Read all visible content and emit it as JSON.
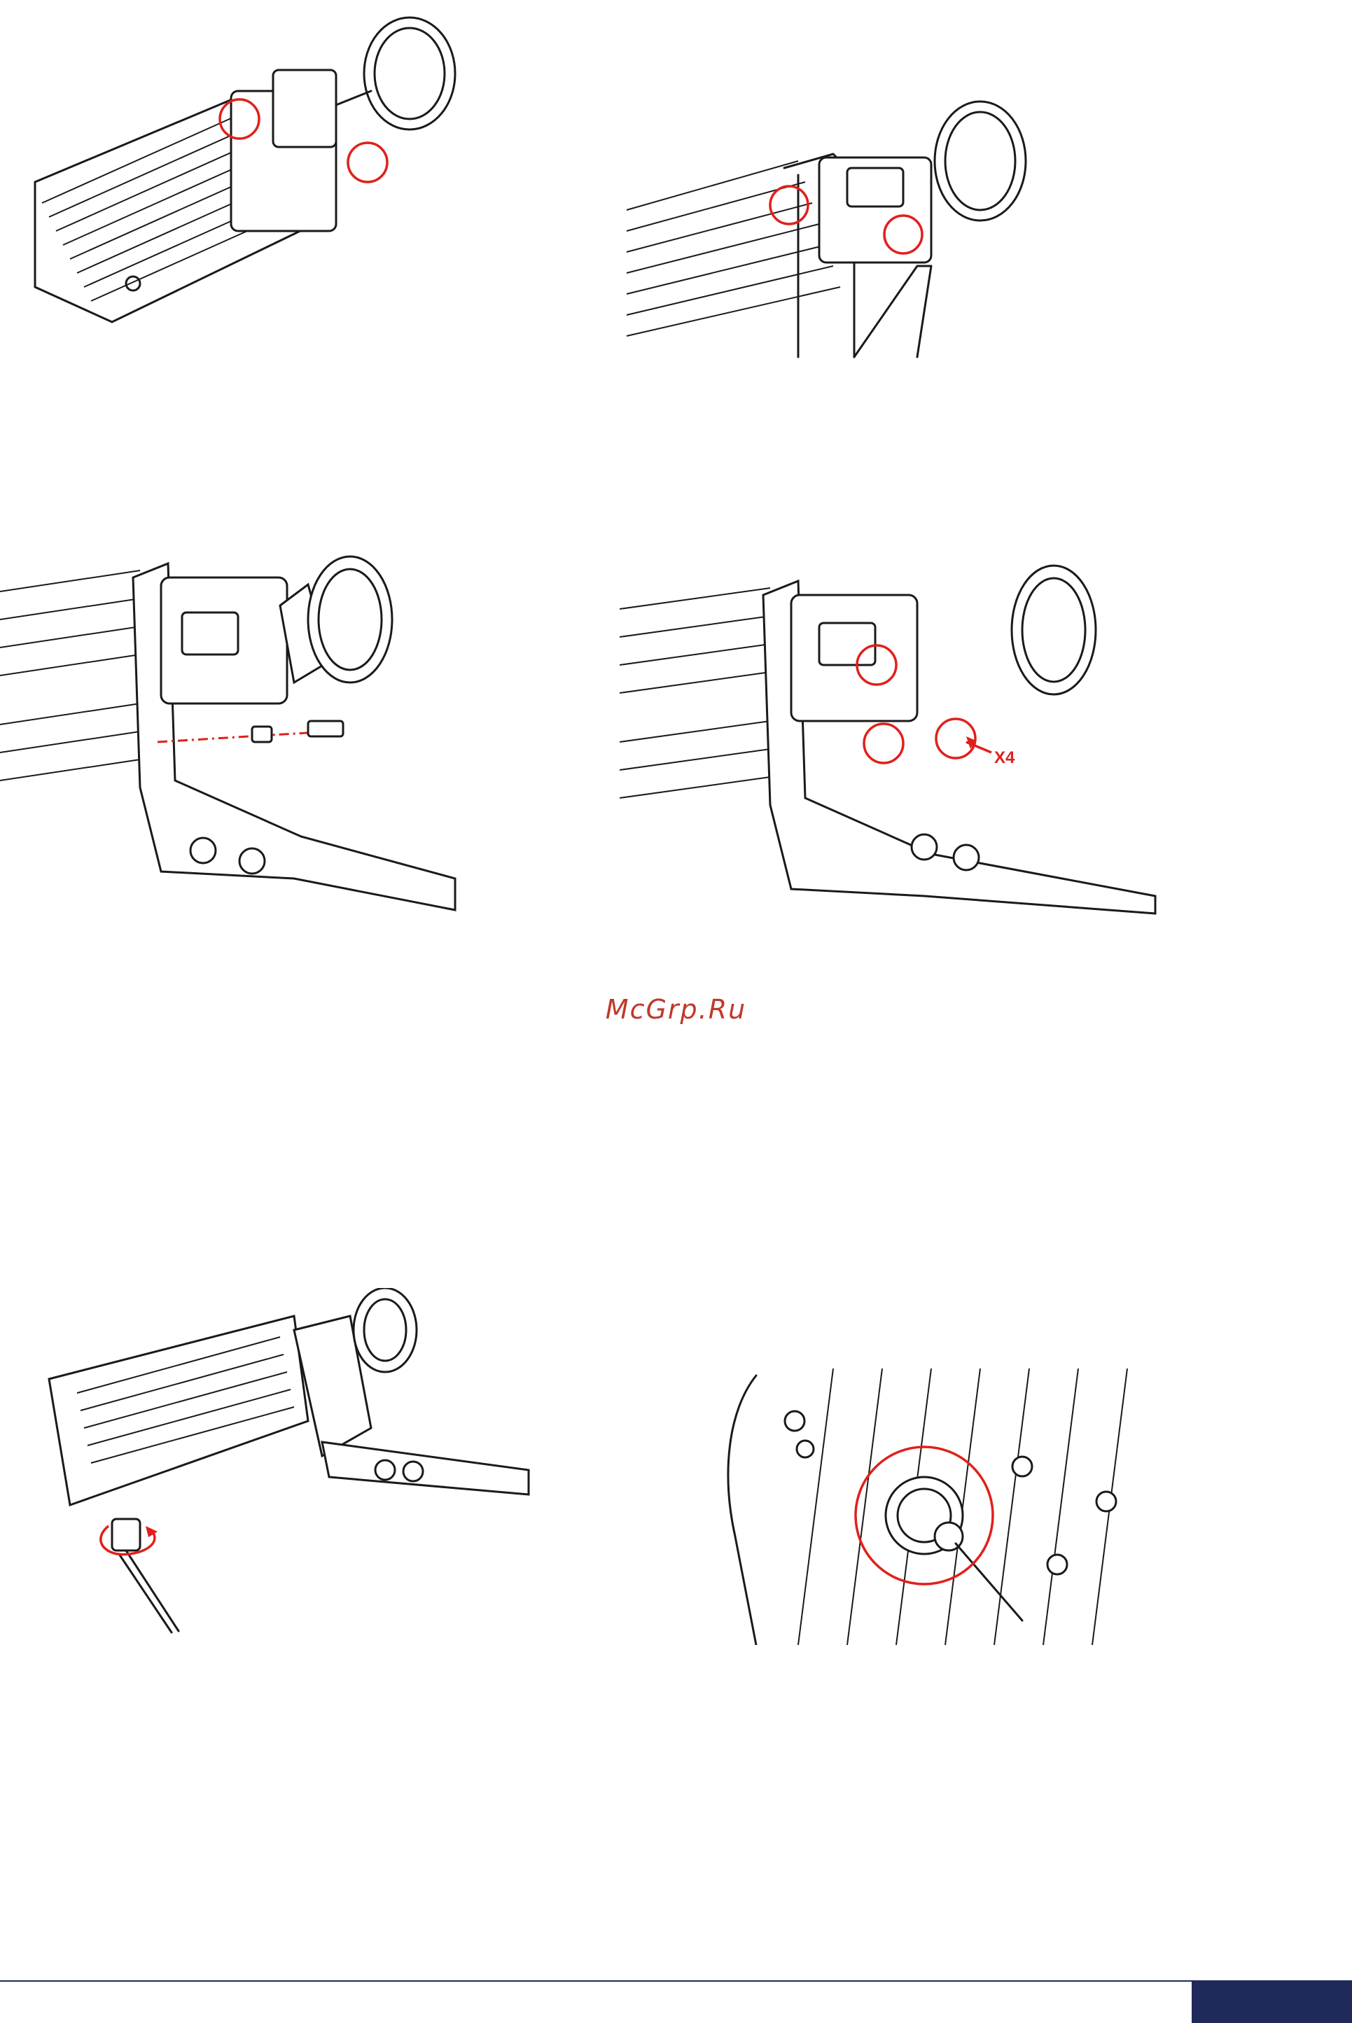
{
  "watermark": "McGrp.Ru",
  "figures": [
    {
      "id": "step-1",
      "callouts": []
    },
    {
      "id": "step-2",
      "callouts": []
    },
    {
      "id": "step-3",
      "callouts": []
    },
    {
      "id": "step-4",
      "callouts": [
        "X4"
      ]
    },
    {
      "id": "step-5",
      "callouts": []
    },
    {
      "id": "step-6",
      "callouts": []
    }
  ],
  "colors": {
    "callout": "#e0201b",
    "footer": "#1f2a5a",
    "watermark": "#c0392b"
  }
}
